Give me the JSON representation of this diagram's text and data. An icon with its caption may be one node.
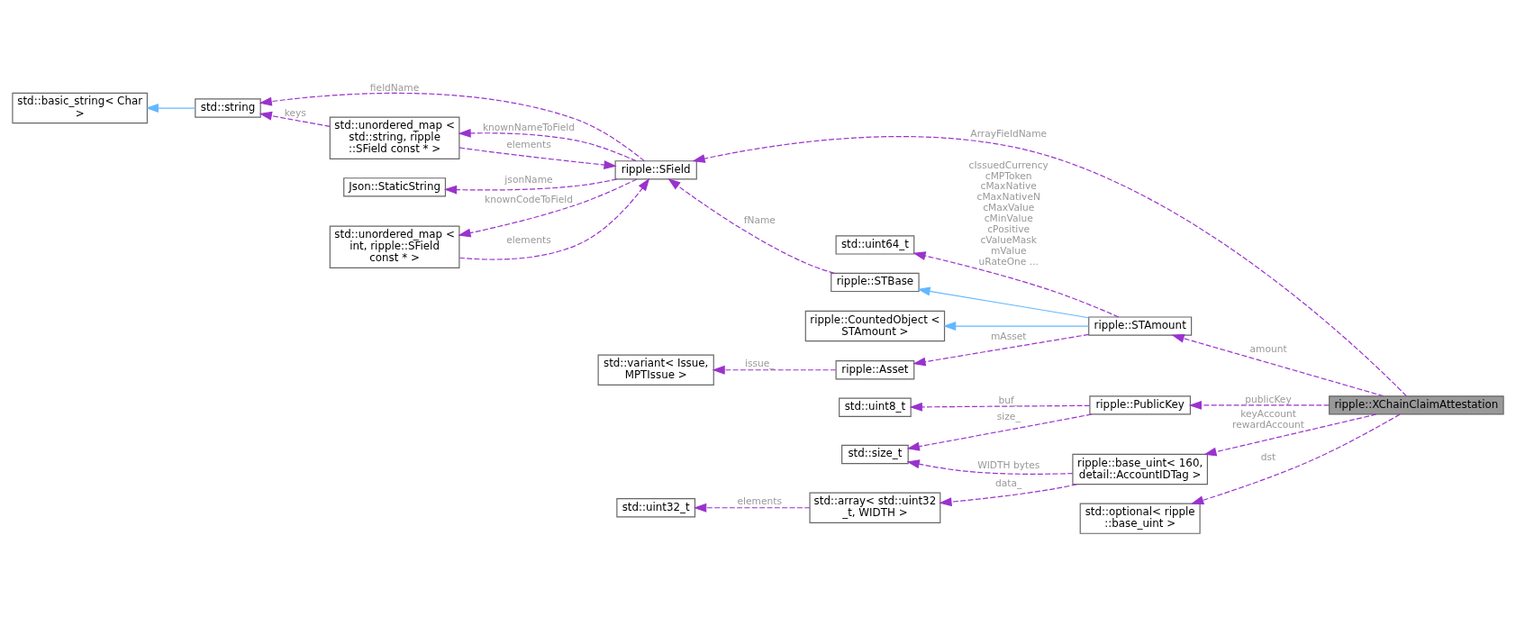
{
  "diagram": {
    "nodes": [
      {
        "text": [
          "ripple::XChainClaimAttestation"
        ]
      },
      {
        "text": [
          "ripple::SField"
        ]
      },
      {
        "text": [
          "std::string"
        ]
      },
      {
        "text": [
          "std::basic_string< Char >"
        ]
      },
      {
        "text": [
          "std::unordered_map < std::string, ripple ::SField const * >"
        ]
      },
      {
        "text": [
          "Json::StaticString"
        ]
      },
      {
        "text": [
          "std::unordered_map < int, ripple::SField const * >"
        ]
      },
      {
        "text": [
          "ripple::STAmount"
        ]
      },
      {
        "text": [
          "std::uint64_t"
        ]
      },
      {
        "text": [
          "ripple::STBase"
        ]
      },
      {
        "text": [
          "ripple::CountedObject < STAmount >"
        ]
      },
      {
        "text": [
          "ripple::Asset"
        ]
      },
      {
        "text": [
          "std::variant< Issue, MPTIssue >"
        ]
      },
      {
        "text": [
          "ripple::PublicKey"
        ]
      },
      {
        "text": [
          "std::uint8_t"
        ]
      },
      {
        "text": [
          "std::size_t"
        ]
      },
      {
        "text": [
          "ripple::base_uint< 160, detail::AccountIDTag >"
        ]
      },
      {
        "text": [
          "std::array< std::uint32 _t, WIDTH >"
        ]
      },
      {
        "text": [
          "std::uint32_t"
        ]
      },
      {
        "text": [
          "std::optional< ripple ::base_uint >"
        ]
      }
    ],
    "edges": [
      {
        "from": 0,
        "to": 1,
        "arrow": "to",
        "label": "ArrayFieldName",
        "style": "dashed"
      },
      {
        "from": 1,
        "to": 2,
        "arrow": "to",
        "label": "fieldName",
        "style": "dashed"
      },
      {
        "from": 2,
        "to": 3,
        "arrow": "to",
        "color": "#63b8ff"
      },
      {
        "from": 4,
        "to": 2,
        "arrow": "to",
        "label": "keys",
        "style": "dashed"
      },
      {
        "from": 4,
        "to": 1,
        "arrow": "to",
        "label": "elements",
        "style": "dashed"
      },
      {
        "from": 1,
        "to": 4,
        "arrow": "to",
        "label": "knownNameToField",
        "style": "dashed"
      },
      {
        "from": 1,
        "to": 5,
        "arrow": "to",
        "label": "jsonName",
        "style": "dashed"
      },
      {
        "from": 1,
        "to": 6,
        "arrow": "to",
        "label": "knownCodeToField",
        "style": "dashed"
      },
      {
        "from": 6,
        "to": 1,
        "arrow": "to",
        "label": "elements",
        "style": "dashed"
      },
      {
        "from": 9,
        "to": 1,
        "arrow": "to",
        "label": "fName",
        "style": "dashed"
      },
      {
        "from": 7,
        "to": 8,
        "arrow": "to",
        "label": "cIssuedCurrency cMPToken cMaxNative cMaxNativeN cMaxValue cMinValue cPositive cValueMask mValue uRateOne ...",
        "style": "dashed"
      },
      {
        "from": 7,
        "to": 9,
        "arrow": "to",
        "color": "#63b8ff"
      },
      {
        "from": 7,
        "to": 10,
        "arrow": "to",
        "color": "#63b8ff"
      },
      {
        "from": 7,
        "to": 11,
        "arrow": "to",
        "label": "mAsset",
        "style": "dashed"
      },
      {
        "from": 11,
        "to": 12,
        "arrow": "to",
        "label": "issue_",
        "style": "dashed"
      },
      {
        "from": 0,
        "to": 7,
        "arrow": "to",
        "label": "amount",
        "style": "dashed"
      },
      {
        "from": 0,
        "to": 13,
        "arrow": "to",
        "label": "publicKey",
        "style": "dashed"
      },
      {
        "from": 13,
        "to": 14,
        "arrow": "to",
        "label": "buf_",
        "style": "dashed"
      },
      {
        "from": 13,
        "to": 15,
        "arrow": "to",
        "label": "size_",
        "style": "dashed"
      },
      {
        "from": 0,
        "to": 16,
        "arrow": "to",
        "label": "keyAccount rewardAccount",
        "style": "dashed"
      },
      {
        "from": 16,
        "to": 15,
        "arrow": "to",
        "label": "WIDTH bytes",
        "style": "dashed"
      },
      {
        "from": 16,
        "to": 17,
        "arrow": "to",
        "label": "data_",
        "style": "dashed"
      },
      {
        "from": 17,
        "to": 18,
        "arrow": "to",
        "label": "elements",
        "style": "dashed"
      },
      {
        "from": 0,
        "to": 19,
        "arrow": "to",
        "label": "dst",
        "style": "dashed"
      }
    ]
  }
}
